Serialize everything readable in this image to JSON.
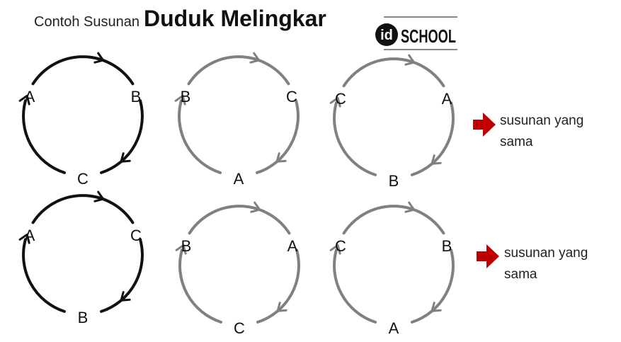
{
  "title": {
    "prefix": "Contoh Susunan",
    "main": "Duduk Melingkar"
  },
  "logo": {
    "id_text": "id",
    "school_text": "SCHOOL"
  },
  "colors": {
    "black": "#111111",
    "gray": "#808080",
    "arrow": "#c00000"
  },
  "rows": [
    {
      "arrangements": [
        {
          "color": "black",
          "labels": [
            "A",
            "B",
            "C"
          ]
        },
        {
          "color": "gray",
          "labels": [
            "B",
            "C",
            "A"
          ]
        },
        {
          "color": "gray",
          "labels": [
            "C",
            "A",
            "B"
          ]
        }
      ],
      "note": {
        "line1": "susunan yang",
        "line2": "sama"
      }
    },
    {
      "arrangements": [
        {
          "color": "black",
          "labels": [
            "A",
            "C",
            "B"
          ]
        },
        {
          "color": "gray",
          "labels": [
            "B",
            "A",
            "C"
          ]
        },
        {
          "color": "gray",
          "labels": [
            "C",
            "B",
            "A"
          ]
        }
      ],
      "note": {
        "line1": "susunan yang",
        "line2": "sama"
      }
    }
  ]
}
